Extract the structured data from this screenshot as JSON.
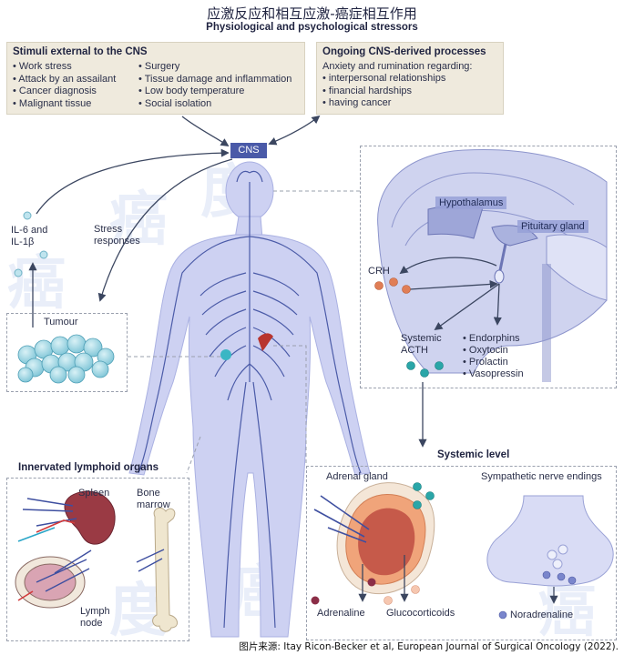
{
  "title_cn": "应激反应和相互应激-癌症相互作用",
  "title_en": "Physiological and psychological stressors",
  "external": {
    "heading": "Stimuli external to the CNS",
    "col1": [
      "• Work stress",
      "• Attack by an assailant",
      "• Cancer diagnosis",
      "• Malignant tissue"
    ],
    "col2": [
      "• Surgery",
      "• Tissue damage and inflammation",
      "• Low body temperature",
      "• Social isolation"
    ]
  },
  "ongoing": {
    "heading": "Ongoing CNS-derived processes",
    "intro": "Anxiety and rumination regarding:",
    "items": [
      "• interpersonal relationships",
      "• financial hardships",
      "• having cancer"
    ]
  },
  "cns": "CNS",
  "il6_line1": "IL-6 and",
  "il6_line2": "IL-1β",
  "stress_line1": "Stress",
  "stress_line2": "responses",
  "tumour": "Tumour",
  "brain": {
    "hypothalamus": "Hypothalamus",
    "pituitary": "Pituitary gland",
    "crh": "CRH",
    "acth_line1": "Systemic",
    "acth_line2": "ACTH",
    "hormones": [
      "• Endorphins",
      "• Oxytocin",
      "• Prolactin",
      "• Vasopressin"
    ]
  },
  "systemic_level": "Systemic level",
  "adrenal": {
    "label": "Adrenal gland",
    "adrenaline": "Adrenaline",
    "glucocorticoids": "Glucocorticoids"
  },
  "sympathetic": {
    "label": "Sympathetic nerve endings",
    "noradrenaline": "Noradrenaline"
  },
  "lymphoid": {
    "heading": "Innervated lymphoid organs",
    "spleen": "Spleen",
    "bone_line1": "Bone",
    "bone_line2": "marrow",
    "lymph_line1": "Lymph",
    "lymph_line2": "node"
  },
  "watermark": [
    "癌",
    "度",
    "癌",
    "度",
    "癌",
    "度",
    "癌"
  ],
  "caption": "图片来源: Itay Ricon-Becker et al, European Journal of Surgical Oncology (2022).",
  "colors": {
    "body": "#c9cdf0",
    "nerve": "#3e4fa0",
    "box_bg": "#efeadd",
    "cns": "#4a5aa8",
    "crh": "#e07e56",
    "acth": "#2aa6a8",
    "adrenal_orange": "#f0a47a",
    "tumour": "#a9dbe6"
  }
}
